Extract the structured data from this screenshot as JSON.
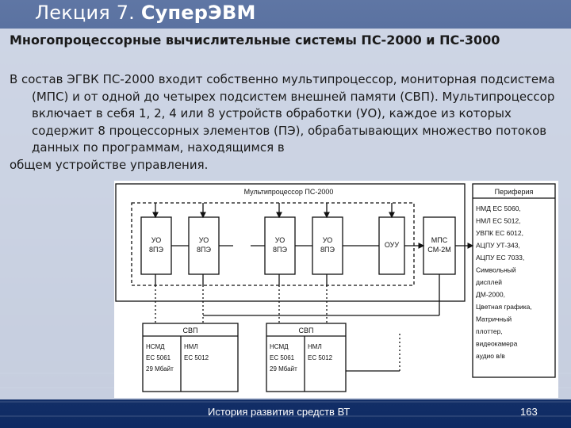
{
  "slide": {
    "title_prefix": "Лекция 7.",
    "title_bold": "СуперЭВМ",
    "heading": "Многопроцессорные вычислительные системы ПС-2000 и ПС-3000",
    "paragraph_indented": "В состав ЭГВК ПС-2000 входит собственно мультипроцессор, мониторная подсистема (МПС) и от одной до четырех подсистем внешней памяти (СВП). Мультипроцессор включает в себя 1, 2, 4 или 8 устройств обработки (УО), каждое из которых содержит 8 процессорных элементов (ПЭ), обрабатывающих множество потоков данных по программам, находящимся в",
    "paragraph_last": "общем устройстве управления.",
    "footer": "История развития средств ВТ",
    "page_number": "163"
  },
  "diagram": {
    "multiprocessor_label": "Мультипроцессор ПС-2000",
    "uo_top": [
      "УО",
      "УО",
      "УО",
      "УО"
    ],
    "uo_bottom": [
      "8ПЭ",
      "8ПЭ",
      "8ПЭ",
      "8ПЭ"
    ],
    "ouu": "ОУУ",
    "mps_top": "МПС",
    "mps_bottom": "СМ-2М",
    "svp": [
      {
        "title": "СВП",
        "left": [
          "НСМД",
          "ЕС 5061",
          "29 Мбайт"
        ],
        "right": [
          "НМЛ",
          "ЕС 5012"
        ]
      },
      {
        "title": "СВП",
        "left": [
          "НСМД",
          "ЕС 5061",
          "29 Мбайт"
        ],
        "right": [
          "НМЛ",
          "ЕС 5012"
        ]
      }
    ],
    "periphery_title": "Периферия",
    "periphery_items": [
      "НМД ЕС 5060,",
      "НМЛ ЕС 5012,",
      "УВПК ЕС 6012,",
      "АЦПУ УТ-343,",
      "АЦПУ ЕС 7033,",
      "Символьный",
      "дисплей",
      "ДМ-2000,",
      "Цветная графика,",
      "Матричный",
      "плоттер,",
      "видеокамера",
      "аудио в/в"
    ]
  }
}
